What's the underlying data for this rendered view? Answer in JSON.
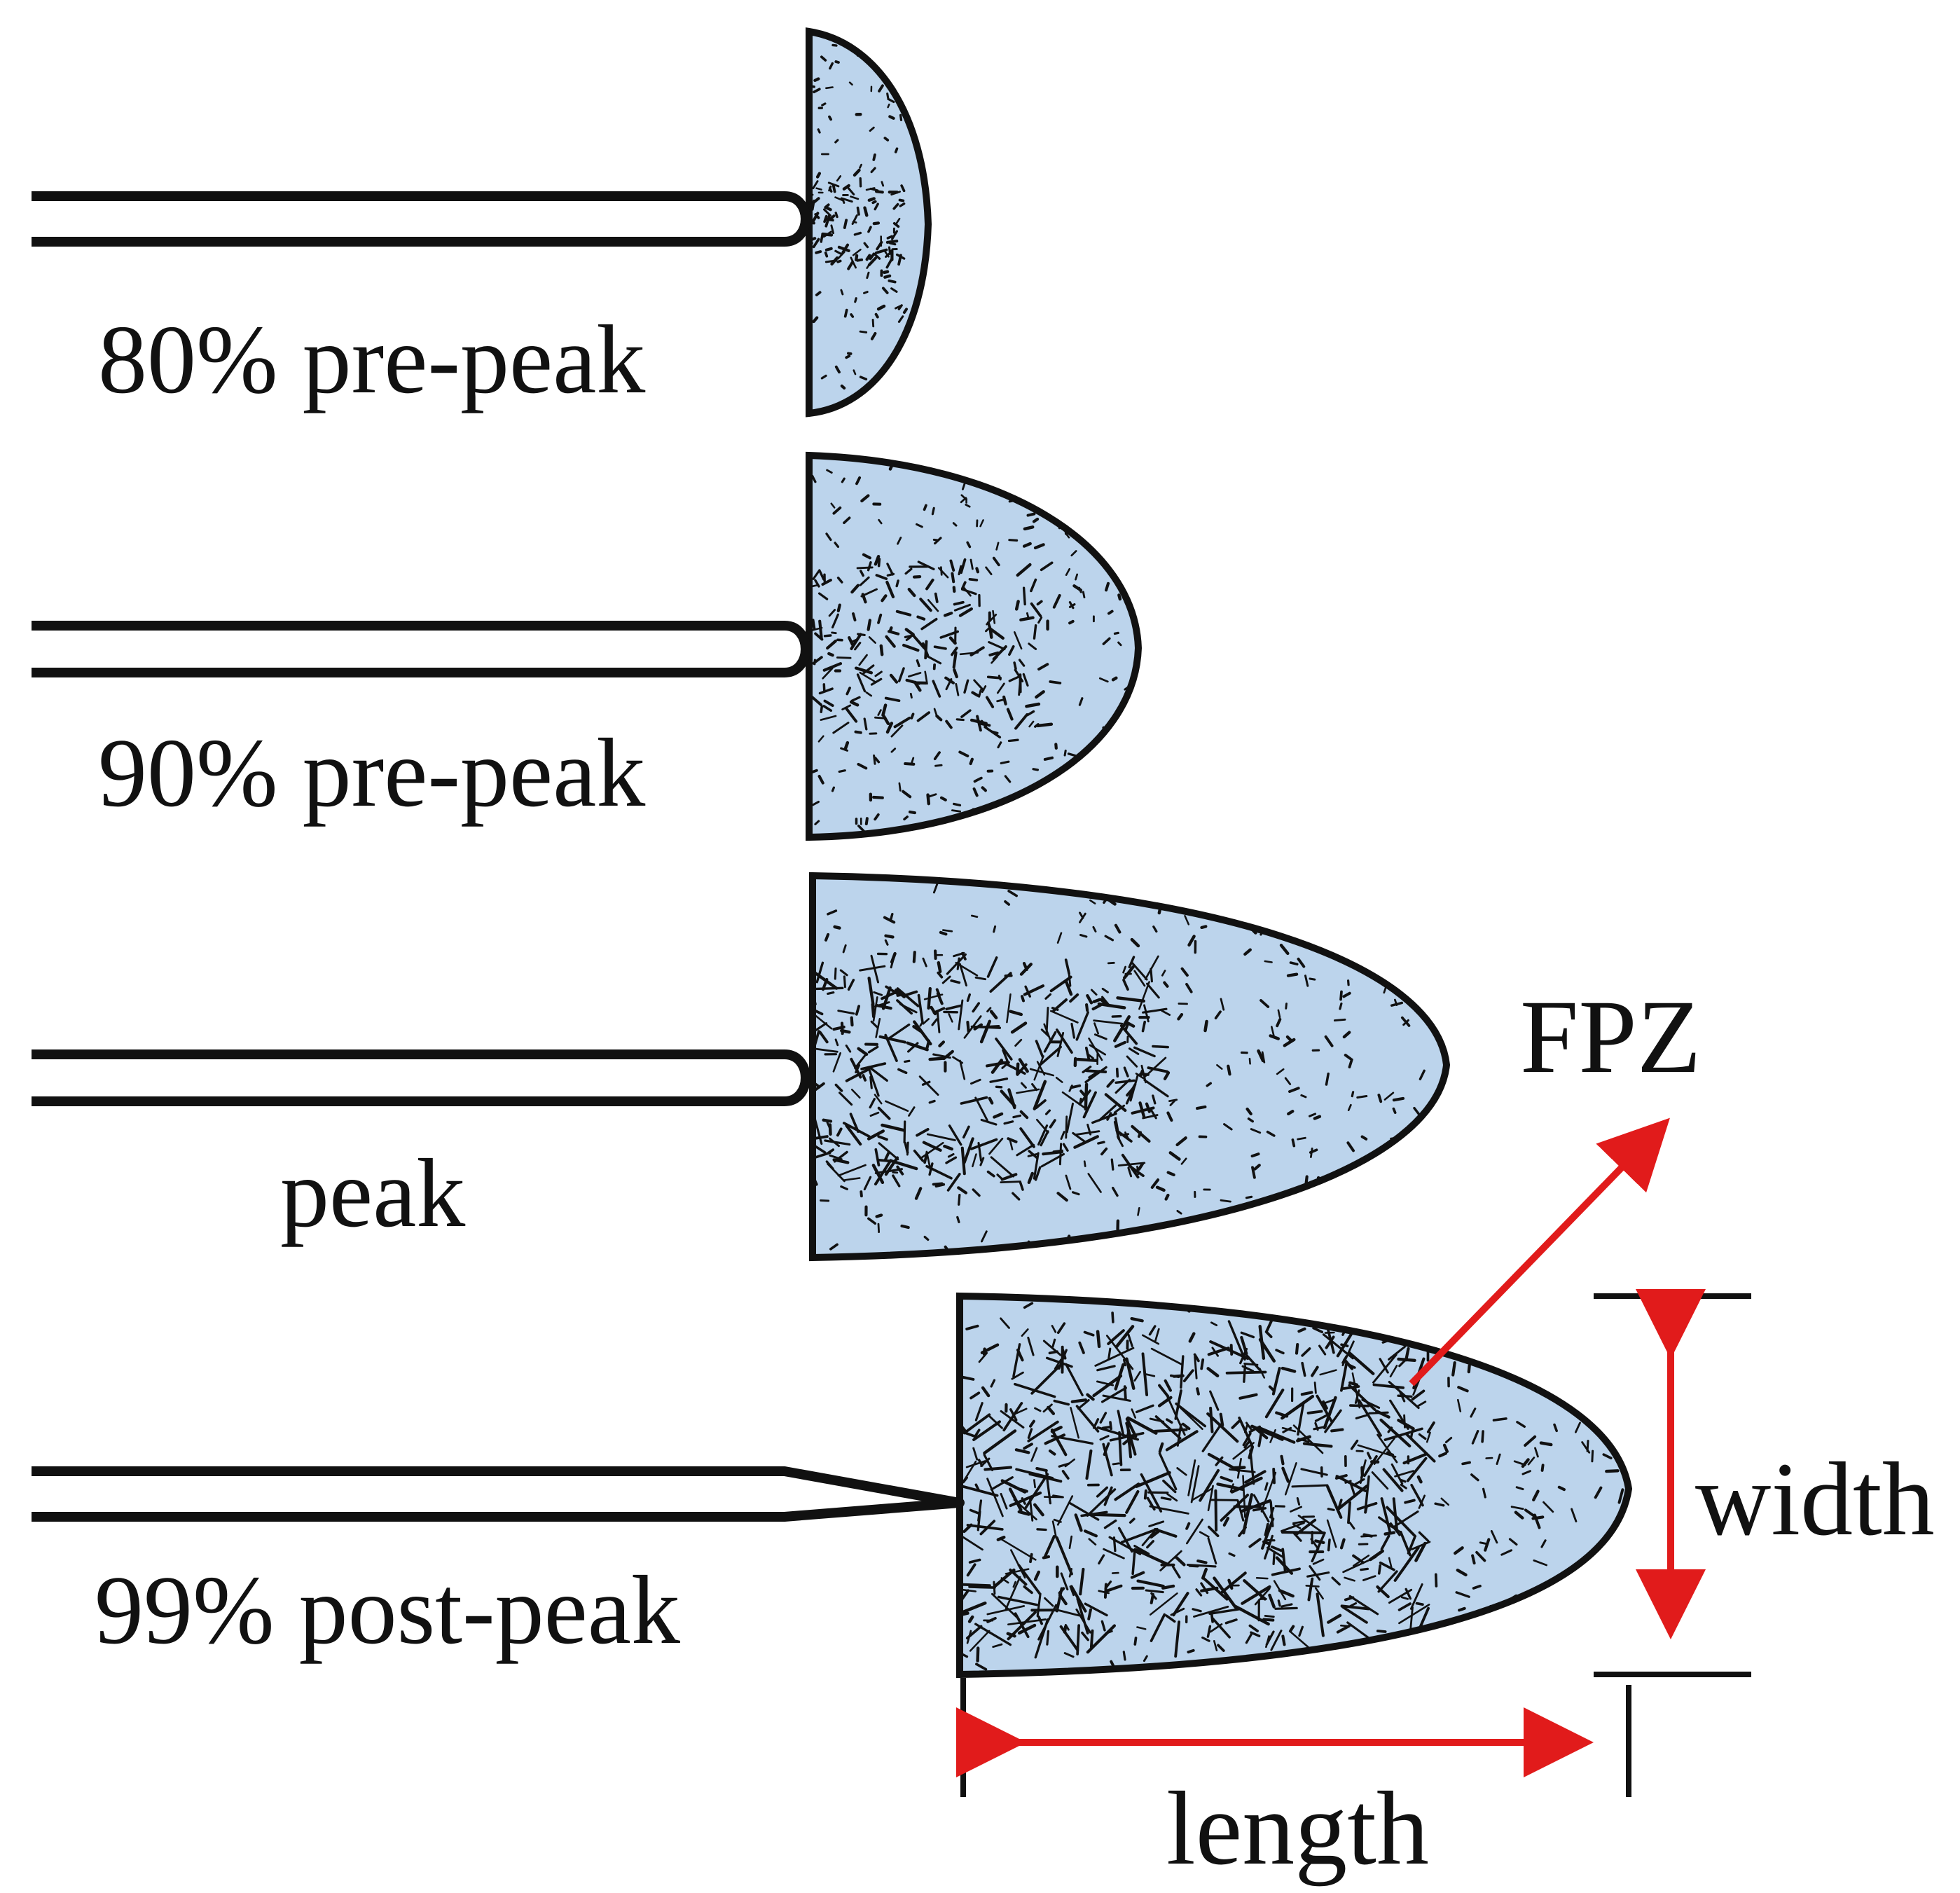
{
  "stages": [
    {
      "label": "80% pre-peak"
    },
    {
      "label": "90% pre-peak"
    },
    {
      "label": "peak"
    },
    {
      "label": "99% post-peak"
    }
  ],
  "annotations": {
    "fpz": "FPZ",
    "width": "width",
    "length": "length"
  },
  "colors": {
    "zone_fill": "#bcd4ec",
    "outline": "#111111",
    "arrow": "#e11b1b"
  }
}
